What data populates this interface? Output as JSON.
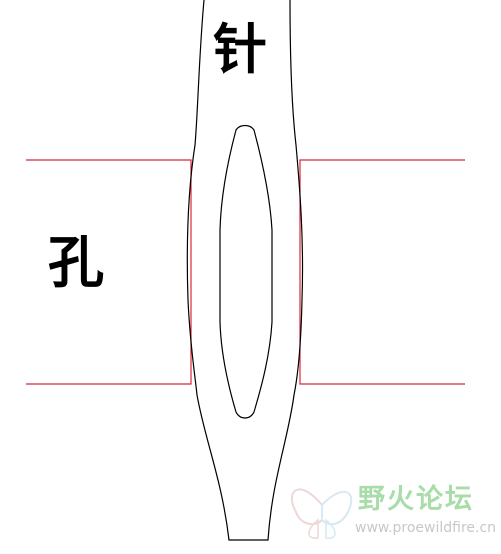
{
  "diagram": {
    "needle_label": "针",
    "hole_label": "孔"
  },
  "watermark": {
    "title": "野火论坛",
    "url": "www.proewildfire.cn"
  },
  "colors": {
    "hole_outline": "#d8283a",
    "needle_outline": "#000000",
    "watermark_text": "#a8dca8",
    "watermark_url": "#c8c8c8",
    "watermark_logo": "#e6c8c8"
  }
}
